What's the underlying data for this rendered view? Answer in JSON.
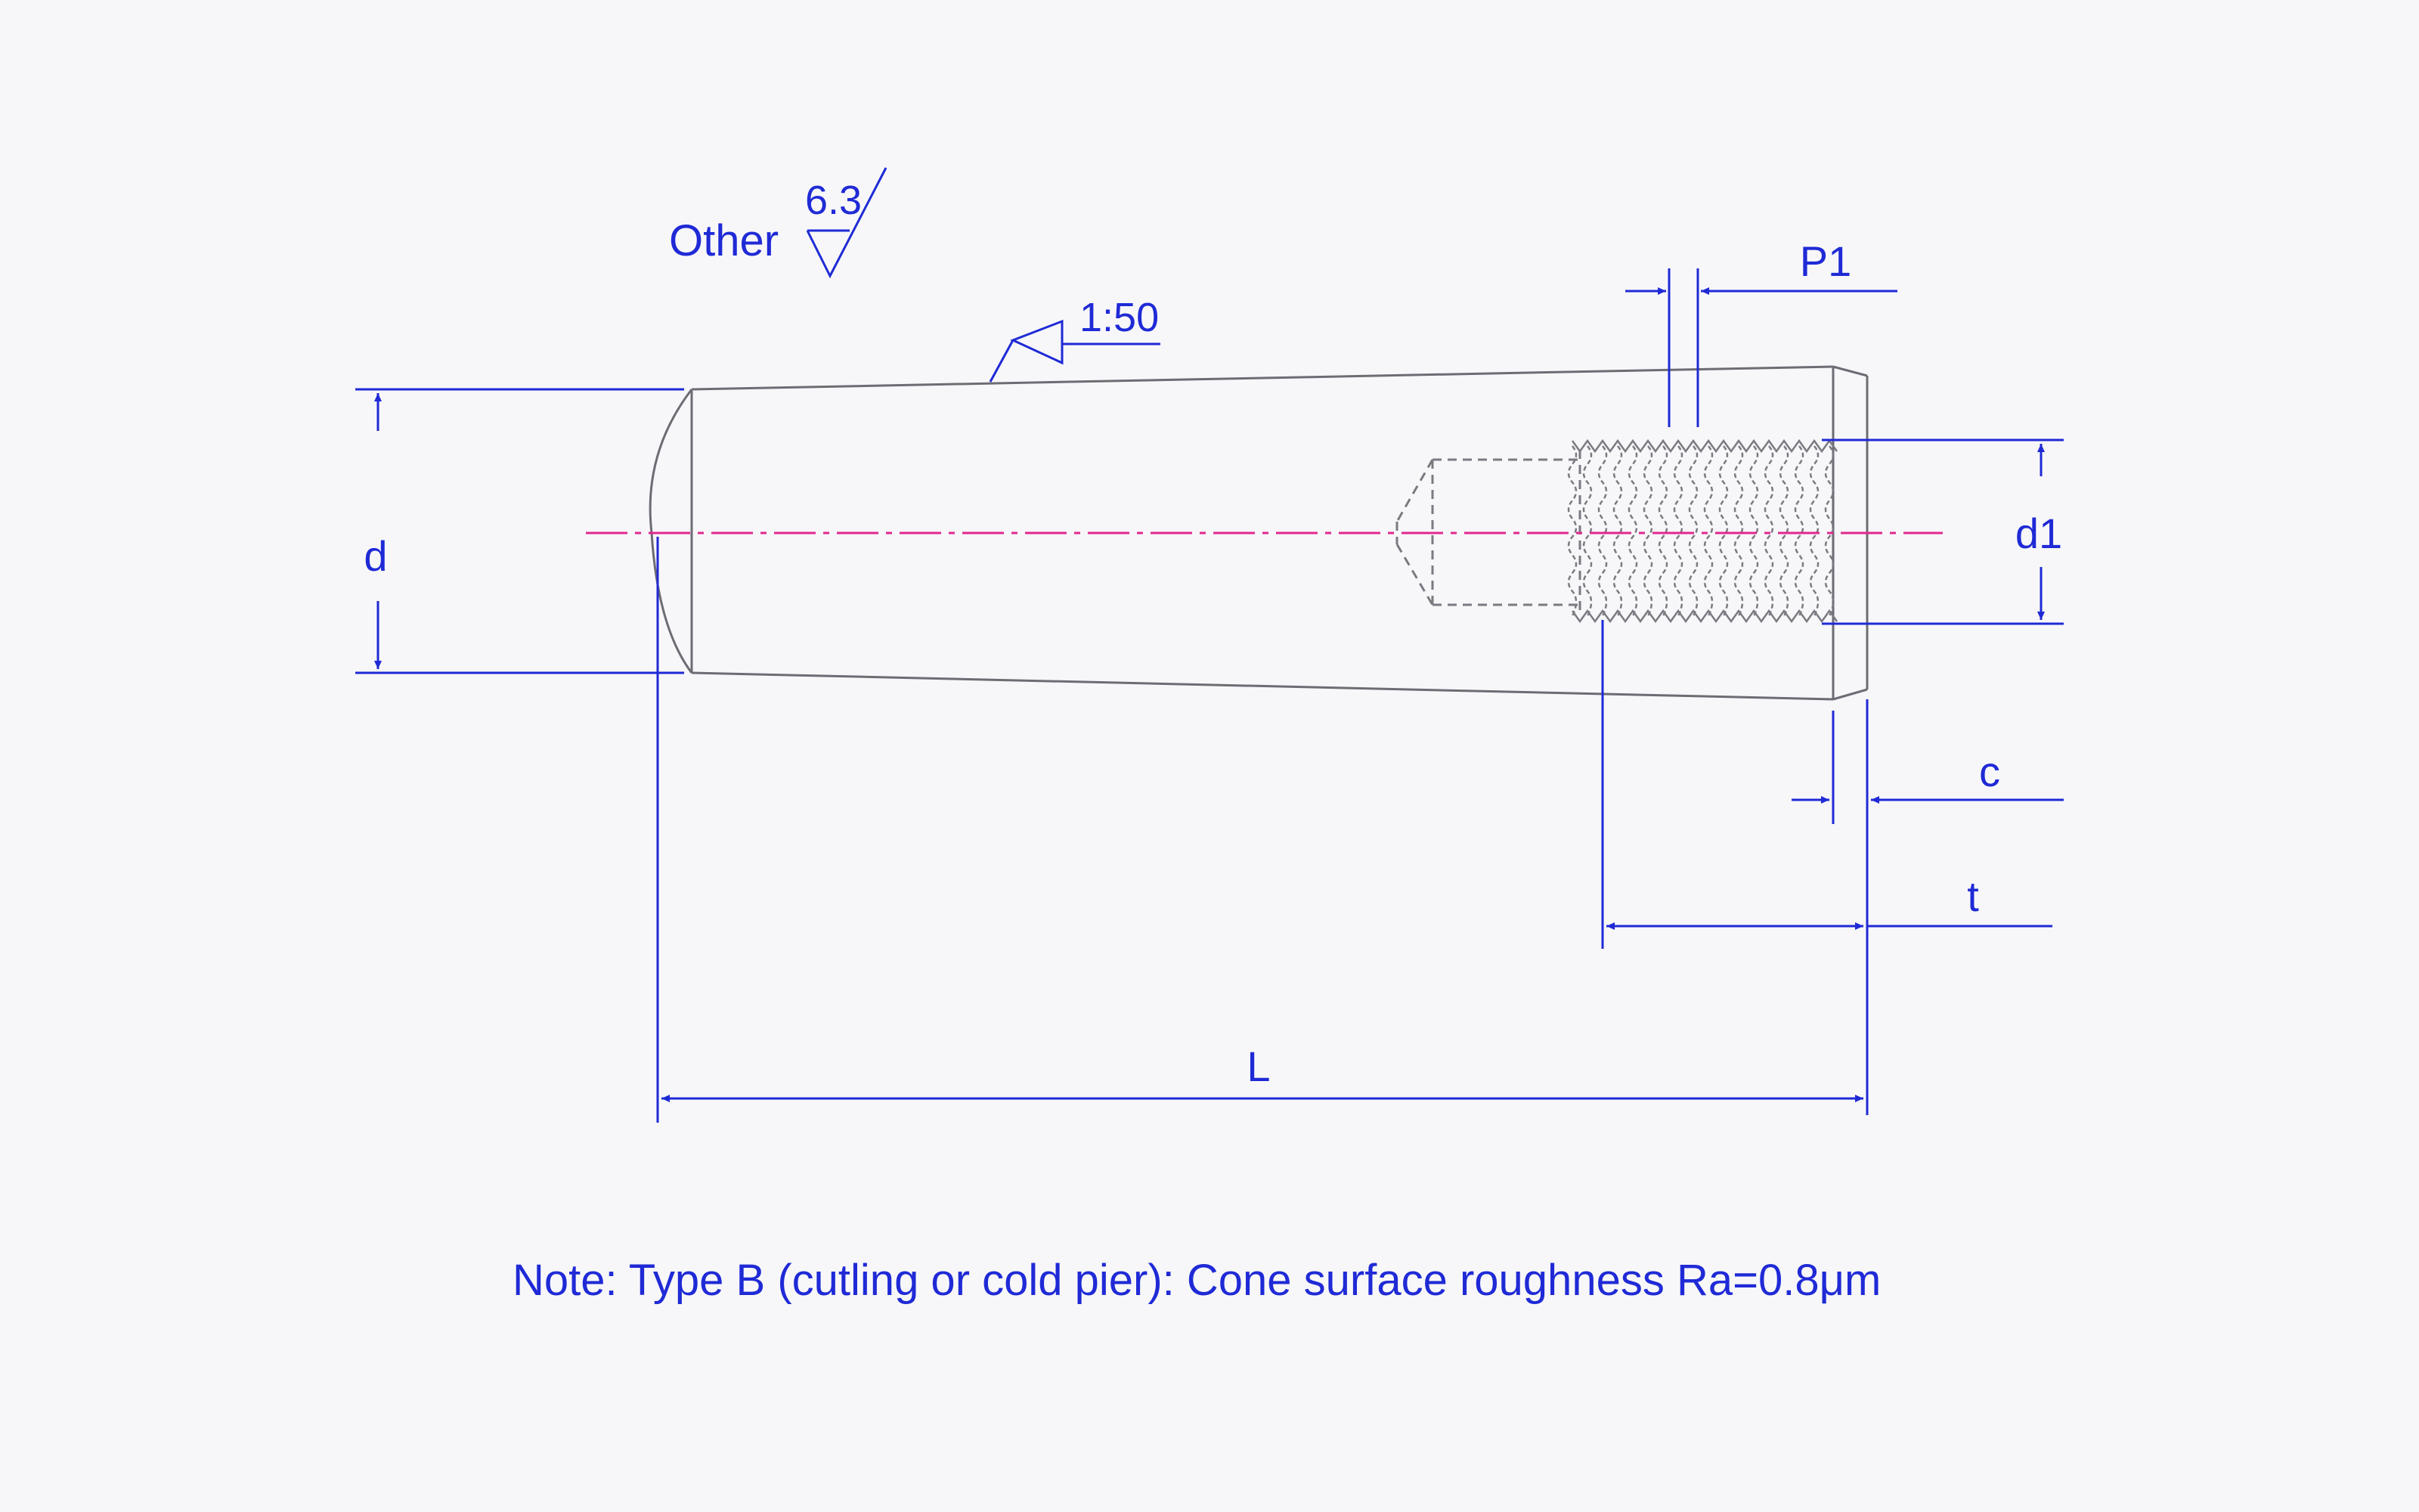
{
  "drawing": {
    "roughness_prefix": "Other",
    "roughness_value": "6.3",
    "taper_ratio": "1:50",
    "dimension_labels": {
      "d": "d",
      "d1": "d1",
      "P1": "P1",
      "c": "c",
      "t": "t",
      "L": "L"
    },
    "note": "Note: Type B (cutling or cold pier): Cone surface roughness Ra=0.8μm"
  },
  "colors": {
    "dimension": "#1f2ad6",
    "outline": "#6c6c74",
    "hidden": "#7a7a82",
    "centerline": "#e0288f",
    "background": "#f7f7f9"
  }
}
